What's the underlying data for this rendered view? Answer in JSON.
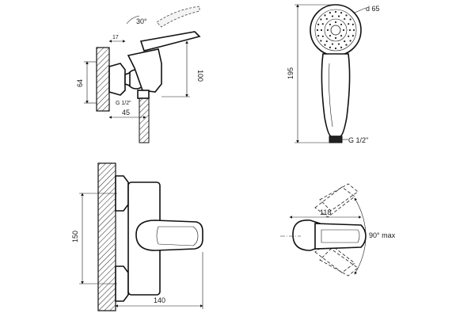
{
  "views": {
    "side": {
      "angle_label": "30°",
      "dim_top_offset": "17",
      "dim_height": "100",
      "dim_wall": "64",
      "thread_label": "G 1/2\"",
      "dim_depth": "45"
    },
    "shower_head": {
      "diameter_label": "d 65",
      "length_label": "195",
      "thread_label": "G 1/2\""
    },
    "front": {
      "dim_spacing": "150",
      "dim_projection": "140"
    },
    "top": {
      "dim_width": "118",
      "rotation_label": "90° max"
    }
  }
}
